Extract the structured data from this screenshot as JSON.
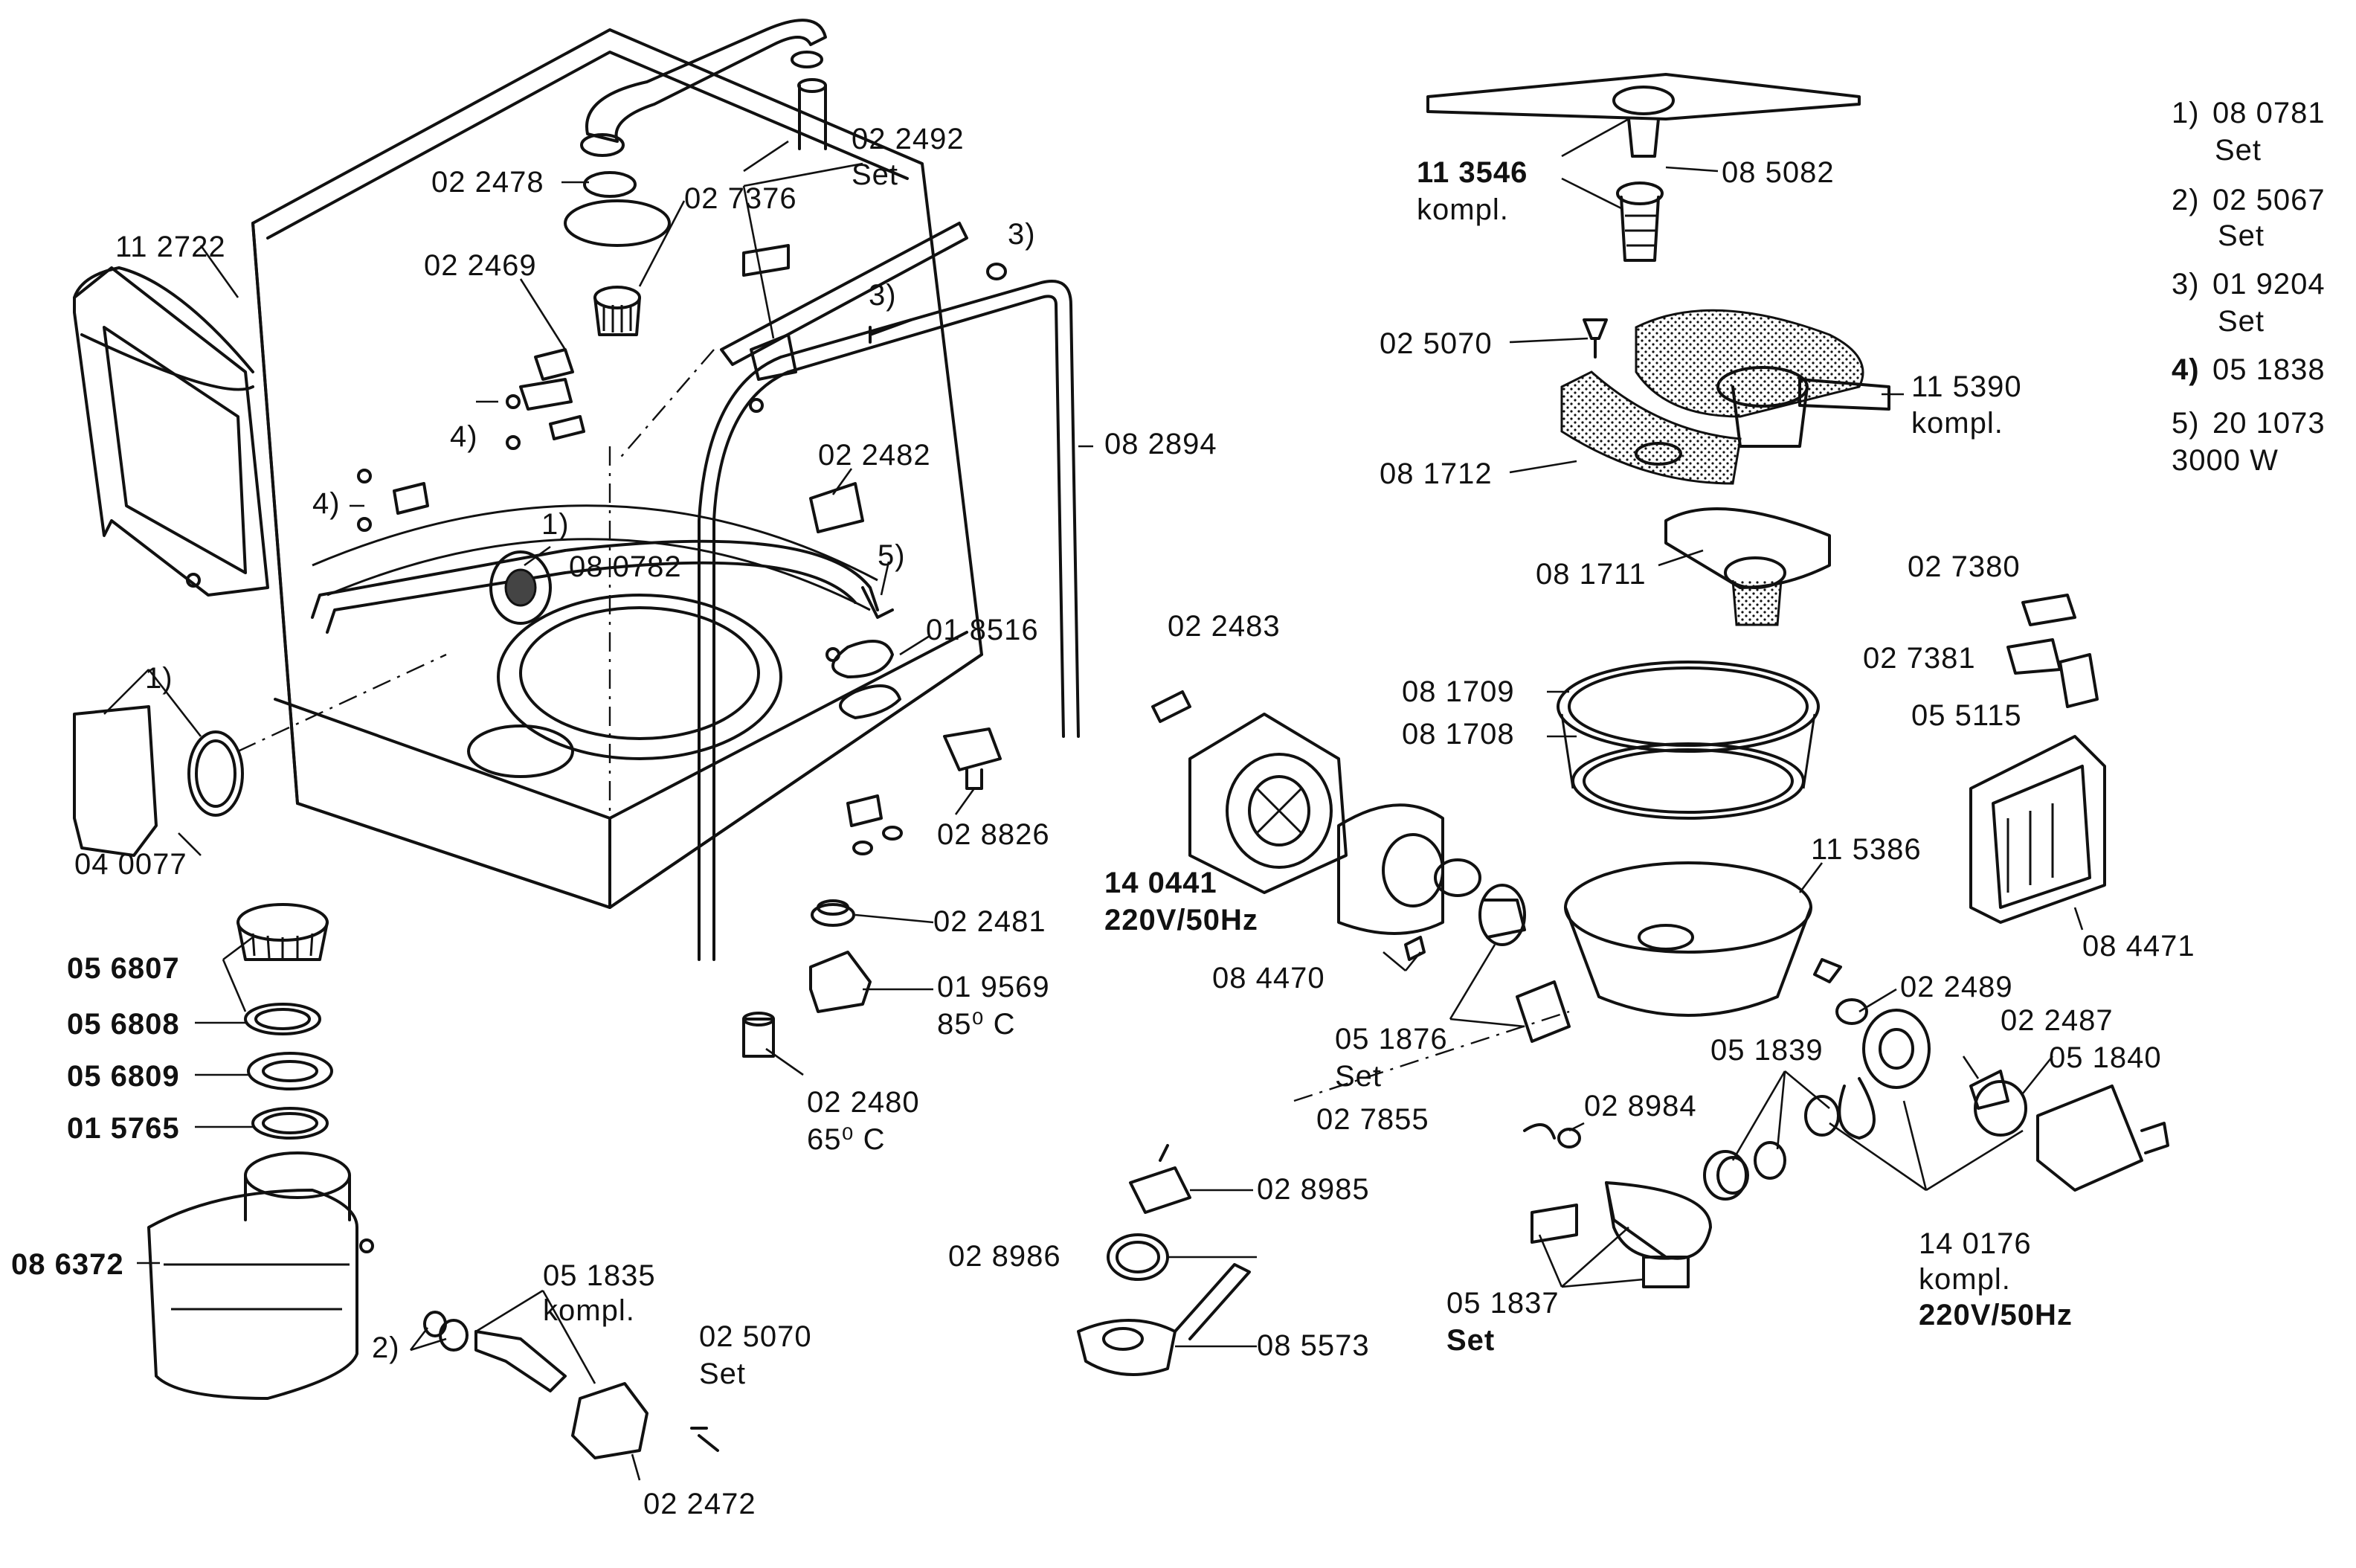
{
  "labels": {
    "p112722": "11 2722",
    "p022478": "02 2478",
    "p022492": "02 2492",
    "p022492set": "Set",
    "p027376": "02 7376",
    "p022469": "02 2469",
    "n3a": "3)",
    "n3b": "3)",
    "n4a": "4)",
    "n4b": "4)",
    "n1a": "1)",
    "p080782": "08 0782",
    "n5": "5)",
    "p082894": "08 2894",
    "p022482": "02 2482",
    "p018516": "01 8516",
    "n1b": "1)",
    "p040077": "04 0077",
    "p028826": "02 8826",
    "p022481": "02 2481",
    "p019569": "01 9569",
    "p019569t": "85⁰ C",
    "p022480": "02 2480",
    "p022480t": "65⁰ C",
    "p056807": "05 6807",
    "p056808": "05 6808",
    "p056809": "05 6809",
    "p015765": "01 5765",
    "p086372": "08 6372",
    "p051835": "05 1835",
    "p051835k": "kompl.",
    "n2": "2)",
    "p025070b": "02 5070",
    "p025070bset": "Set",
    "p022472": "02 2472",
    "p113546": "11 3546",
    "p113546k": "kompl.",
    "p085082": "08 5082",
    "p025070": "02 5070",
    "p115390": "11 5390",
    "p115390k": "kompl.",
    "p081712": "08 1712",
    "p081711": "08 1711",
    "p027380": "02 7380",
    "p027381": "02 7381",
    "p055115": "05 5115",
    "p022483": "02 2483",
    "p081709": "08 1709",
    "p081708": "08 1708",
    "p140441": "14 0441",
    "p140441v": "220V/50Hz",
    "p115386": "11 5386",
    "p084470": "08 4470",
    "p084471": "08 4471",
    "p051876": "05 1876",
    "p051876set": "Set",
    "p027855": "02 7855",
    "p022489": "02 2489",
    "p051839": "05 1839",
    "p022487": "02 2487",
    "p051840": "05 1840",
    "p028984": "02 8984",
    "p028985": "02 8985",
    "p028986": "02 8986",
    "p085573": "08 5573",
    "p051837": "05 1837",
    "p051837set": "Set",
    "p140176": "14 0176",
    "p140176k": "kompl.",
    "p140176v": "220V/50Hz"
  },
  "legend": [
    {
      "key": "1)",
      "code": "08 0781",
      "note": "Set"
    },
    {
      "key": "2)",
      "code": "02 5067",
      "note": "Set"
    },
    {
      "key": "3)",
      "code": "01 9204",
      "note": "Set"
    },
    {
      "key": "4)",
      "code": "05 1838",
      "note": ""
    },
    {
      "key": "5)",
      "code": "20 1073",
      "note": "3000 W"
    }
  ]
}
